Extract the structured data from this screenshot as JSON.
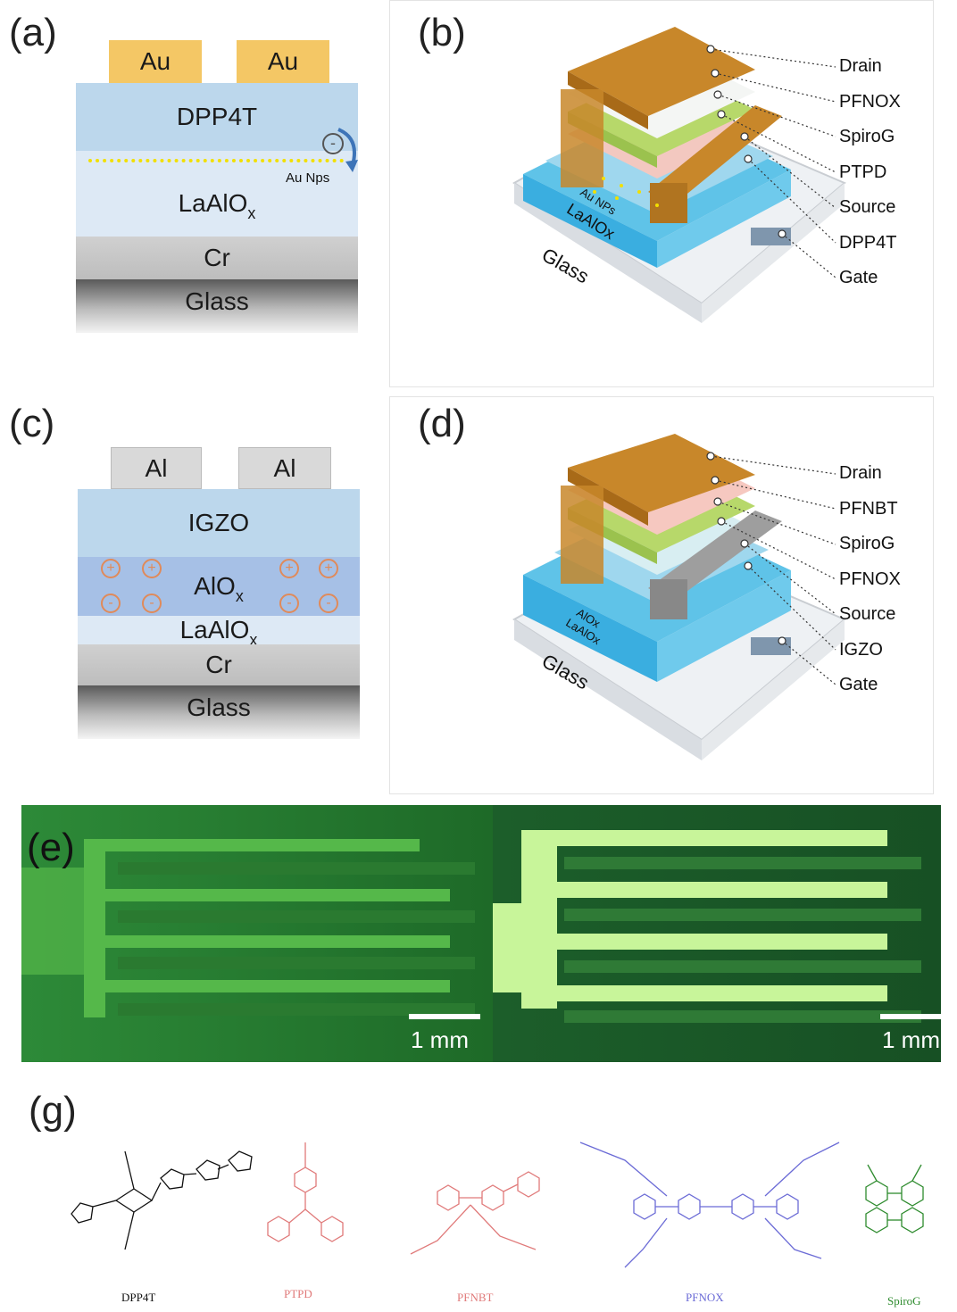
{
  "panels": {
    "a": {
      "label": "(a)",
      "electrode": "Au",
      "semiconductor": "DPP4T",
      "np_label": "Au Nps",
      "dielectric_main": "LaAlO",
      "dielectric_sub": "x",
      "gate": "Cr",
      "substrate": "Glass",
      "charge": "-"
    },
    "b": {
      "label": "(b)",
      "callouts": [
        "Drain",
        "PFNOX",
        "SpiroG",
        "PTPD",
        "Source",
        "DPP4T",
        "Gate"
      ],
      "tags": {
        "np": "Au NPs",
        "diel": "LaAlOx",
        "glass": "Glass"
      }
    },
    "c": {
      "label": "(c)",
      "electrode": "Al",
      "semiconductor": "IGZO",
      "oxide_main": "AlO",
      "oxide_sub": "x",
      "dielectric_main": "LaAlO",
      "dielectric_sub": "x",
      "gate": "Cr",
      "substrate": "Glass",
      "plus": "+",
      "minus": "-"
    },
    "d": {
      "label": "(d)",
      "callouts": [
        "Drain",
        "PFNBT",
        "SpiroG",
        "PFNOX",
        "Source",
        "IGZO",
        "Gate"
      ],
      "tags": {
        "oxide": "AlOx",
        "diel": "LaAlOx",
        "glass": "Glass"
      }
    },
    "e": {
      "label": "(e)",
      "scale_left": "1 mm",
      "scale_right": "1 mm"
    },
    "g": {
      "label": "(g)",
      "molecules": [
        {
          "name": "DPP4T",
          "color": "#111111"
        },
        {
          "name": "PTPD",
          "color": "#e07a7a"
        },
        {
          "name": "PFNBT",
          "color": "#e07a7a"
        },
        {
          "name": "PFNOX",
          "color": "#6b6bd6"
        },
        {
          "name": "SpiroG",
          "color": "#2e8b2e"
        }
      ]
    }
  },
  "colors": {
    "gold": "#f4c765",
    "semiconductor": "#bcd7ec",
    "dielectric": "#dde9f5",
    "oxide": "#a6c0e6",
    "chromium": "#c4c4c4",
    "aluminum": "#d9d9d9",
    "np_dots": "#f2e000",
    "ion_orange": "#e08a5a",
    "glow_green": "#9cf07a"
  }
}
